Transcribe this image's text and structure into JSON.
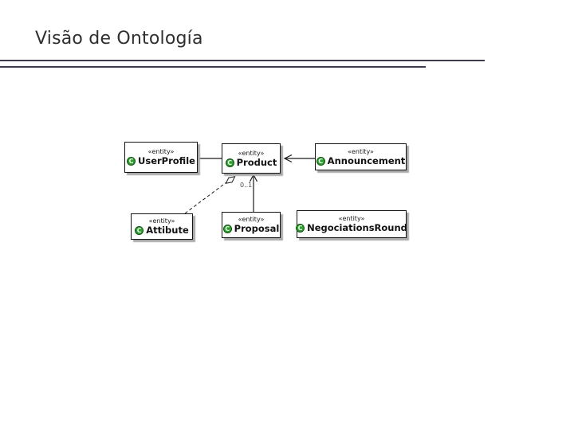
{
  "slide": {
    "title": "Visão de Ontología"
  },
  "diagram": {
    "stereotype": "«entity»",
    "icon_letter": "C",
    "icon_color": "#2f9e2f",
    "rule_color": "#3d3d4c",
    "multiplicity_label": "0..1",
    "entities": [
      {
        "id": "user-profile",
        "name": "UserProfile"
      },
      {
        "id": "product",
        "name": "Product"
      },
      {
        "id": "announcement",
        "name": "Announcement"
      },
      {
        "id": "attibute",
        "name": "Attibute"
      },
      {
        "id": "proposal",
        "name": "Proposal"
      },
      {
        "id": "negociations-round",
        "name": "NegociationsRound"
      }
    ]
  }
}
